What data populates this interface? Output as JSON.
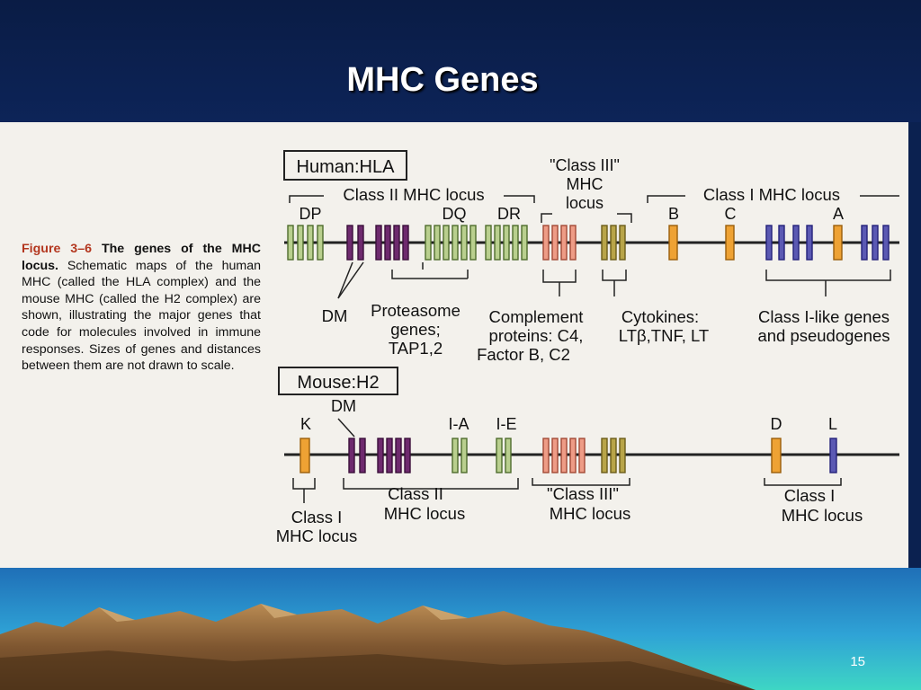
{
  "slide": {
    "title": "MHC Genes",
    "page_number": "15"
  },
  "caption": {
    "figure_label": "Figure 3–6",
    "bold_lead": "The genes of the MHC locus.",
    "body": "Schematic maps of the human MHC (called the HLA complex) and the mouse MHC (called the H2 complex) are shown, illustrating the major genes that code for molecules involved in immune responses. Sizes of genes and distances between them are not drawn to scale."
  },
  "human": {
    "title": "Human:HLA",
    "class2_locus": "Class II MHC locus",
    "class3_locus": [
      "\"Class III\"",
      "MHC",
      "locus"
    ],
    "class1_locus": "Class I MHC locus",
    "genes_above": {
      "DP": "DP",
      "DQ": "DQ",
      "DR": "DR",
      "B": "B",
      "C": "C",
      "A": "A"
    },
    "dm": "DM",
    "proteasome": [
      "Proteasome",
      "genes;",
      "TAP1,2"
    ],
    "complement": [
      "Complement",
      "proteins: C4,",
      "Factor B, C2"
    ],
    "cytokines": [
      "Cytokines:",
      "LTβ,TNF, LT"
    ],
    "class1_like": [
      "Class I-like genes",
      "and pseudogenes"
    ]
  },
  "mouse": {
    "title": "Mouse:H2",
    "dm": "DM",
    "genes_above": {
      "K": "K",
      "IA": "I-A",
      "IE": "I-E",
      "D": "D",
      "L": "L"
    },
    "class1_left": [
      "Class I",
      "MHC locus"
    ],
    "class2": [
      "Class II",
      "MHC locus"
    ],
    "class3": [
      "\"Class III\"",
      "MHC locus"
    ],
    "class1_right": [
      "Class I",
      "MHC locus"
    ]
  },
  "colors": {
    "green": "#b9cf8e",
    "purple": "#6e2a6e",
    "salmon": "#ee9c86",
    "olive": "#b8a448",
    "orange": "#eea234",
    "blue": "#5b59b3"
  }
}
